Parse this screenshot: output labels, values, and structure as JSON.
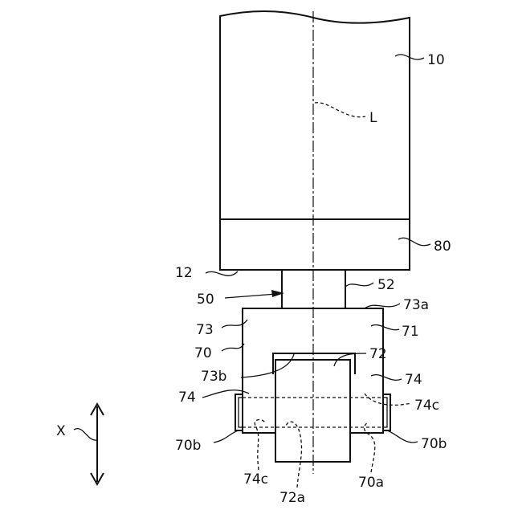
{
  "labels": {
    "l10": "10",
    "lL": "L",
    "l80": "80",
    "l12": "12",
    "l52": "52",
    "l50": "50",
    "l73a": "73a",
    "l73": "73",
    "l71": "71",
    "l70": "70",
    "l72": "72",
    "l73b": "73b",
    "l74_right": "74",
    "l74_left": "74",
    "l74c_right": "74c",
    "lX": "X",
    "l70b_left": "70b",
    "l70b_right": "70b",
    "l74c_bottom": "74c",
    "l72a": "72a",
    "l70a": "70a"
  }
}
